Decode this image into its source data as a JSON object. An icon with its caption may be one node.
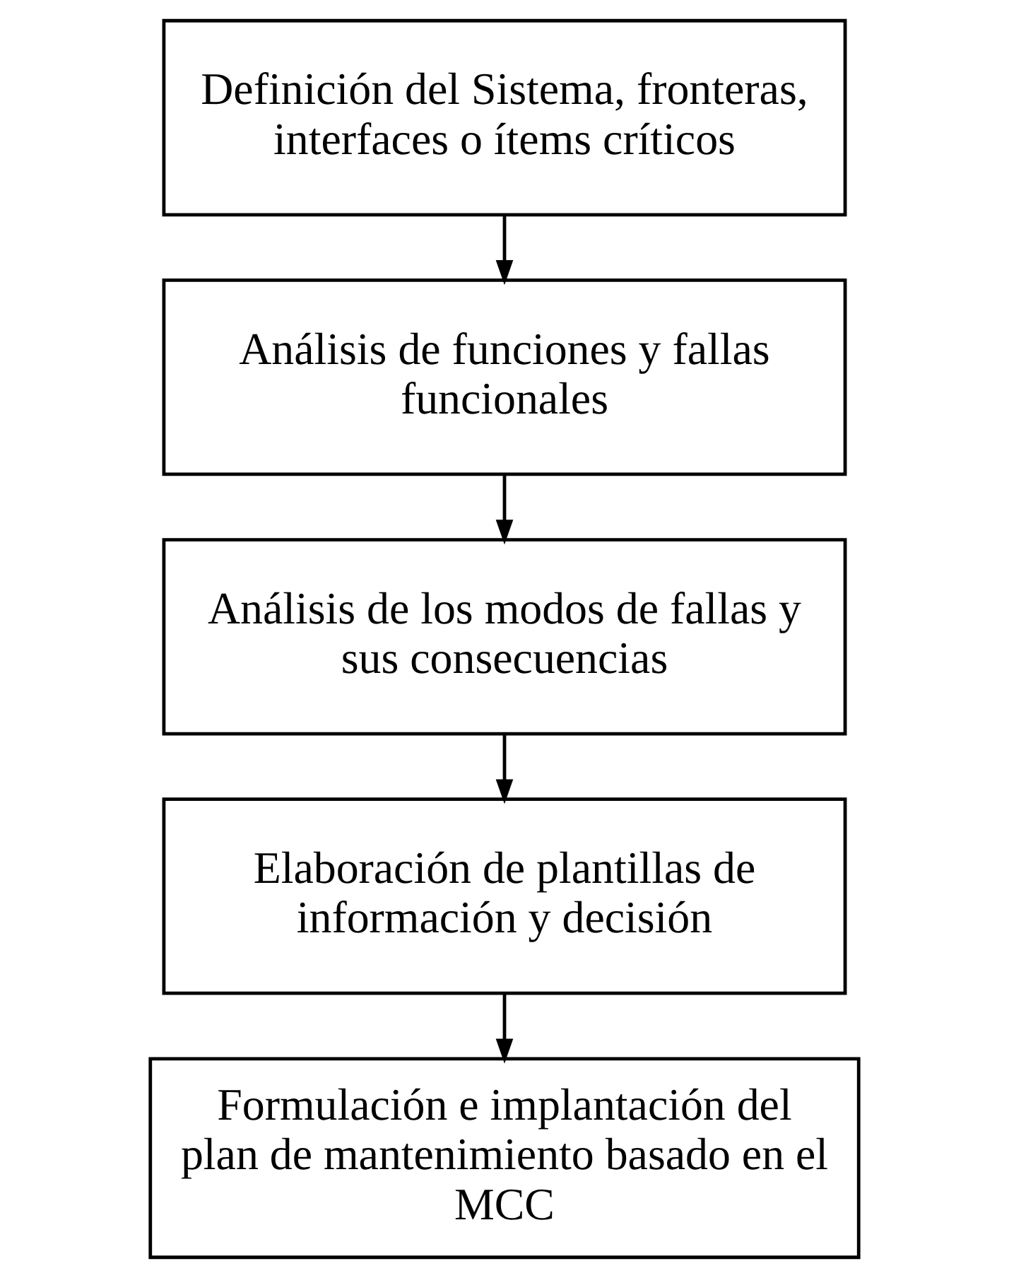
{
  "diagram": {
    "nodes": [
      {
        "text": [
          "Definición del Sistema, fronteras, interfaces o ítems críticos"
        ]
      },
      {
        "text": [
          "Análisis de funciones y fallas funcionales"
        ]
      },
      {
        "text": [
          "Análisis de los modos de fallas y sus consecuencias"
        ]
      },
      {
        "text": [
          "Elaboración de plantillas de información y decisión"
        ]
      },
      {
        "text": [
          "Formulación e implantación del plan de mantenimiento basado en el MCC"
        ]
      }
    ],
    "edges": [
      {
        "from": 0,
        "to": 1,
        "arrow": "to"
      },
      {
        "from": 1,
        "to": 2,
        "arrow": "to"
      },
      {
        "from": 2,
        "to": 3,
        "arrow": "to"
      },
      {
        "from": 3,
        "to": 4,
        "arrow": "to"
      }
    ]
  }
}
